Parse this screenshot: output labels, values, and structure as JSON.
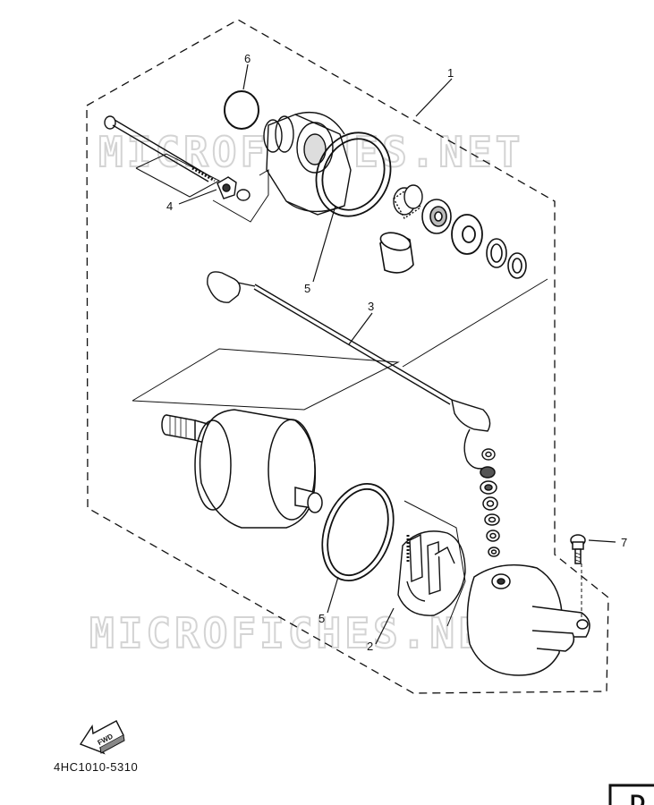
{
  "diagram": {
    "part_numbers": [
      "1",
      "2",
      "3",
      "4",
      "5",
      "5",
      "6",
      "7"
    ],
    "watermark": "MICROFICHES.NET",
    "fwd_label": "FWD",
    "diagram_code": "4HC1010-5310",
    "corner_letter": "D"
  }
}
